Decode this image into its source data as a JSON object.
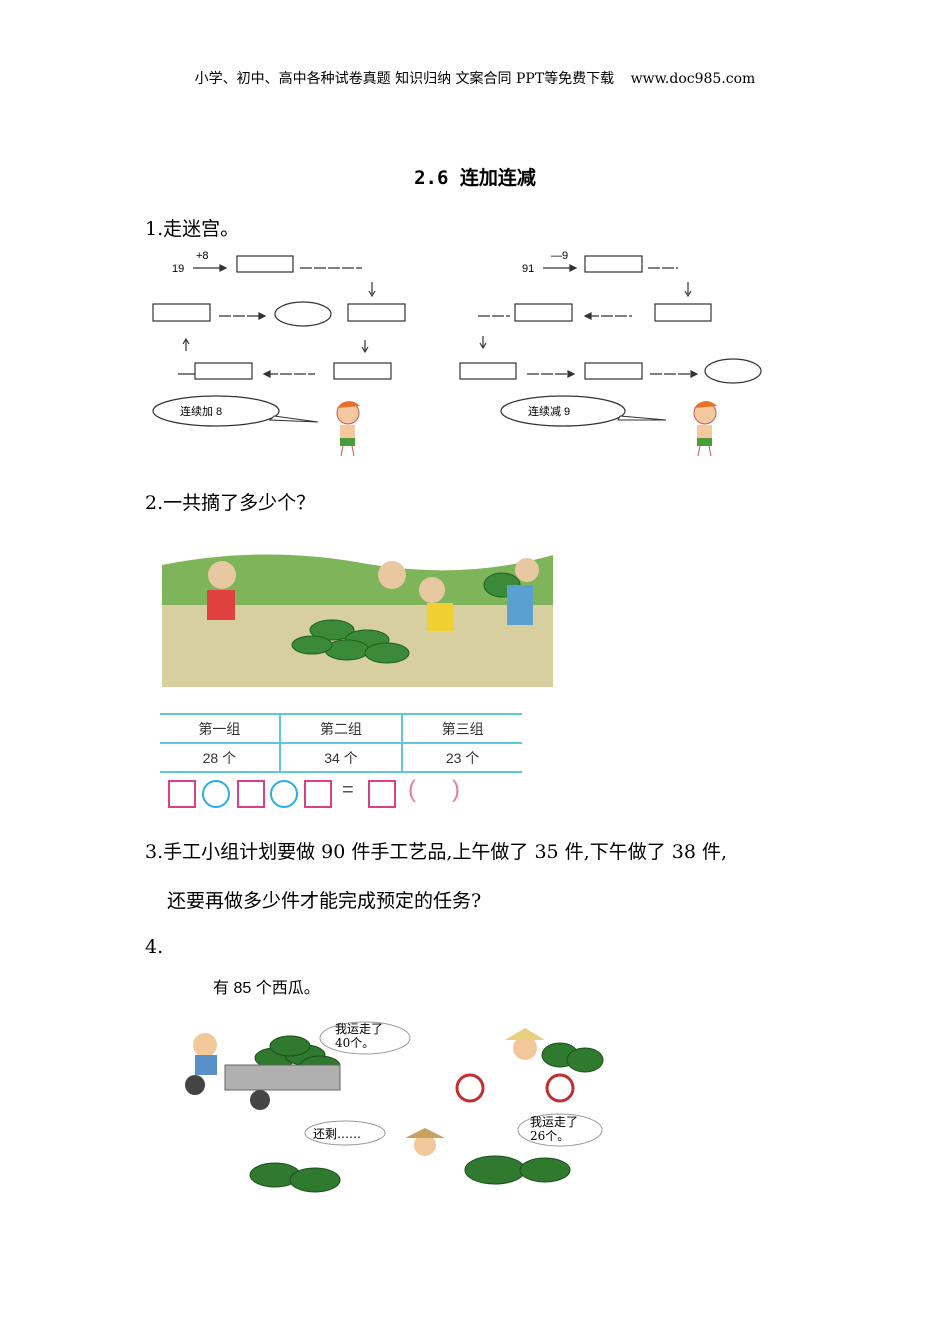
{
  "header": {
    "left": "小学、初中、高中各种试卷真题 知识归纳 文案合同 PPT等免费下载",
    "right": "www.doc985.com"
  },
  "title": "2.6  连加连减",
  "q1": {
    "label": "1.走迷宫。",
    "left": {
      "start": "19",
      "op": "+8",
      "bubble": "连续加 8"
    },
    "right": {
      "start": "91",
      "op": "—9",
      "bubble": "连续减 9"
    }
  },
  "q2": {
    "label": "2.一共摘了多少个？",
    "table": {
      "headers": [
        "第一组",
        "第二组",
        "第三组"
      ],
      "values": [
        "28 个",
        "34 个",
        "23 个"
      ]
    },
    "equation": {
      "equals": "=",
      "open_paren": "(",
      "close_paren": ")"
    }
  },
  "q3": {
    "line1": "3.手工小组计划要做 90 件手工艺品,上午做了 35 件,下午做了 38 件,",
    "line2": "还要再做多少件才能完成预定的任务?"
  },
  "q4": {
    "label": "4.",
    "caption": "有 85 个西瓜。",
    "bubble1": "我运走了40个。",
    "bubble2": "我运走了26个。",
    "bubble3": "还剩……"
  },
  "colors": {
    "table_line": "#5fc8d8",
    "square": "#d9408a",
    "circle": "#2aaee0"
  }
}
